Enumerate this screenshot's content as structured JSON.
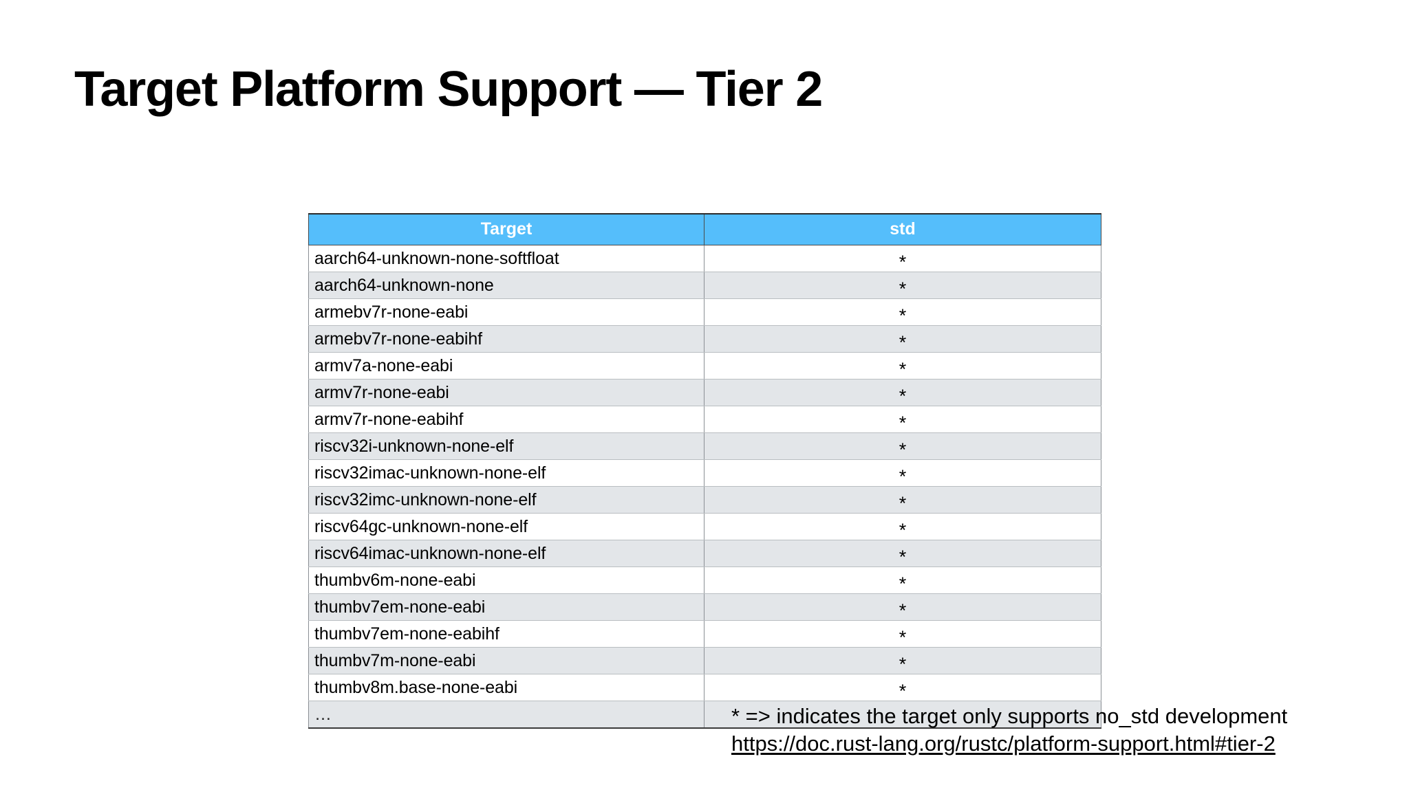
{
  "slide": {
    "title": "Target Platform Support — Tier 2"
  },
  "table": {
    "columns": [
      "Target",
      "std"
    ],
    "header_bg": "#55BEFB",
    "header_text_color": "#FFFFFF",
    "stripe_bg": "#E3E6E9",
    "rows": [
      {
        "target": "aarch64-unknown-none-softfloat",
        "std": "*"
      },
      {
        "target": "aarch64-unknown-none",
        "std": "*"
      },
      {
        "target": "armebv7r-none-eabi",
        "std": "*"
      },
      {
        "target": "armebv7r-none-eabihf",
        "std": "*"
      },
      {
        "target": "armv7a-none-eabi",
        "std": "*"
      },
      {
        "target": "armv7r-none-eabi",
        "std": "*"
      },
      {
        "target": "armv7r-none-eabihf",
        "std": "*"
      },
      {
        "target": "riscv32i-unknown-none-elf",
        "std": "*"
      },
      {
        "target": "riscv32imac-unknown-none-elf",
        "std": "*"
      },
      {
        "target": "riscv32imc-unknown-none-elf",
        "std": "*"
      },
      {
        "target": "riscv64gc-unknown-none-elf",
        "std": "*"
      },
      {
        "target": "riscv64imac-unknown-none-elf",
        "std": "*"
      },
      {
        "target": "thumbv6m-none-eabi",
        "std": "*"
      },
      {
        "target": "thumbv7em-none-eabi",
        "std": "*"
      },
      {
        "target": "thumbv7em-none-eabihf",
        "std": "*"
      },
      {
        "target": "thumbv7m-none-eabi",
        "std": "*"
      },
      {
        "target": "thumbv8m.base-none-eabi",
        "std": "*"
      },
      {
        "target": "…",
        "std": ""
      }
    ]
  },
  "footnotes": {
    "legend": "* => indicates the target only supports no_std development",
    "link": "https://doc.rust-lang.org/rustc/platform-support.html#tier-2"
  }
}
